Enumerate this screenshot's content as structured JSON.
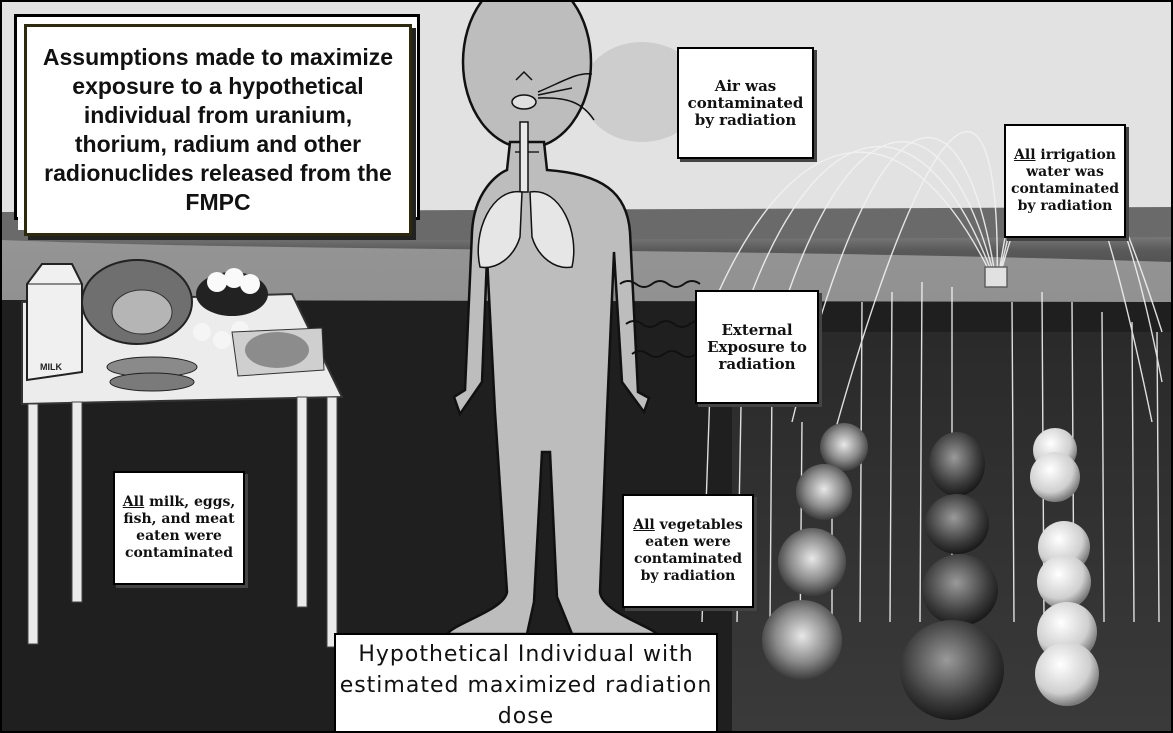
{
  "title": "Assumptions made to maximize exposure to a hypothetical individual from uranium, thorium, radium and other radionuclides released from the FMPC",
  "caption": "Hypothetical Individual with estimated maximized radiation dose",
  "labels": {
    "air": "Air was contaminated by radiation",
    "irrigation_all": "All",
    "irrigation_rest": "irrigation water was contaminated by radiation",
    "external": "External Exposure to radiation",
    "vegetables_all": "All",
    "vegetables_rest": "vegetables eaten were contaminated by radiation",
    "food_all": "All",
    "food_rest": "milk, eggs, fish, and meat eaten were contaminated"
  },
  "milk_carton_text": "MILK"
}
